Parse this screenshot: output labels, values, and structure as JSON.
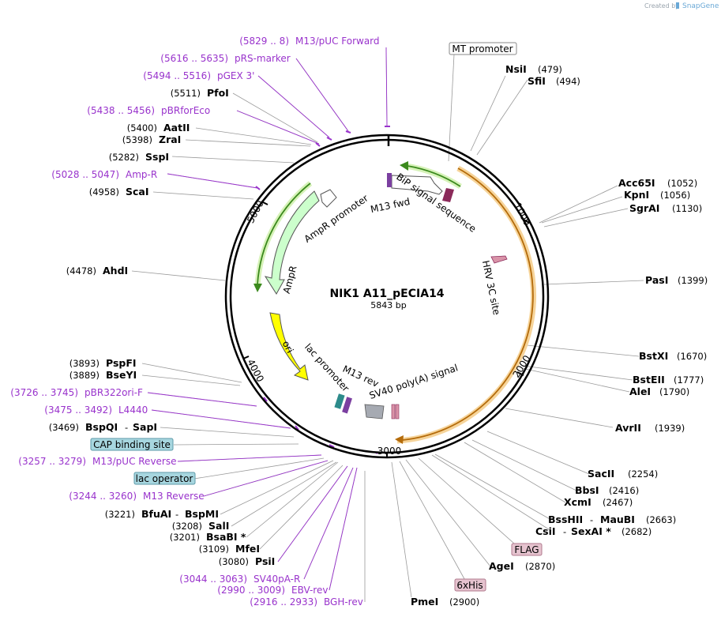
{
  "header": {
    "credit_text": "Created by",
    "brand": "SnapGene"
  },
  "plasmid": {
    "name": "NIK1 A11_pECIA14",
    "length": "5843 bp"
  },
  "ticks": [
    "1000",
    "2000",
    "3000",
    "4000",
    "5000"
  ],
  "features": {
    "bip": "BiP signal sequence",
    "hrv": "HRV 3C site",
    "ampr_promoter": "AmpR promoter",
    "ampr": "AmpR",
    "ori": "ori",
    "lac_promoter": "lac promoter",
    "m13_fwd": "M13 fwd",
    "m13_rev": "M13 rev",
    "sv40": "SV40 poly(A) signal"
  },
  "boxes": {
    "mt": "MT promoter",
    "cap": "CAP binding site",
    "lac": "lac operator",
    "flag": "FLAG",
    "his": "6xHis"
  },
  "labels": {
    "m13puc_fwd_pos": "(5829 .. 8)",
    "m13puc_fwd": "M13/pUC Forward",
    "prs_pos": "(5616 .. 5635)",
    "prs": "pRS-marker",
    "pgex_pos": "(5494 .. 5516)",
    "pgex": "pGEX 3'",
    "pfoi_pos": "(5511)",
    "pfoi": "PfoI",
    "pbr_pos": "(5438 .. 5456)",
    "pbr": "pBRforEco",
    "aatii_pos": "(5400)",
    "aatii": "AatII",
    "zrai_pos": "(5398)",
    "zrai": "ZraI",
    "sspi_pos": "(5282)",
    "sspi": "SspI",
    "ampr_primer_pos": "(5028 .. 5047)",
    "ampr_primer": "Amp-R",
    "scai_pos": "(4958)",
    "scai": "ScaI",
    "ahdi_pos": "(4478)",
    "ahdi": "AhdI",
    "pspfi_pos": "(3893)",
    "pspfi": "PspFI",
    "bseyi_pos": "(3889)",
    "bseyi": "BseYI",
    "pbr322_pos": "(3726 .. 3745)",
    "pbr322": "pBR322ori-F",
    "l4440_pos": "(3475 .. 3492)",
    "l4440": "L4440",
    "bspqi_pos": "(3469)",
    "bspqi": "BspQI",
    "sapi": "SapI",
    "m13puc_rev_pos": "(3257 .. 3279)",
    "m13puc_rev": "M13/pUC Reverse",
    "m13rev_pos": "(3244 .. 3260)",
    "m13rev": "M13 Reverse",
    "bfuai_pos": "(3221)",
    "bfuai": "BfuAI",
    "bspmi": "BspMI",
    "sali_pos": "(3208)",
    "sali": "SalI",
    "bsabi_pos": "(3201)",
    "bsabi": "BsaBI *",
    "mfei_pos": "(3109)",
    "mfei": "MfeI",
    "psii_pos": "(3080)",
    "psii": "PsiI",
    "sv40pa_pos": "(3044 .. 3063)",
    "sv40pa": "SV40pA-R",
    "ebv_pos": "(2990 .. 3009)",
    "ebv": "EBV-rev",
    "bgh_pos": "(2916 .. 2933)",
    "bgh": "BGH-rev",
    "pmei": "PmeI",
    "pmei_pos": "(2900)",
    "agei": "AgeI",
    "agei_pos": "(2870)",
    "csii": "CsiI",
    "sexai": "SexAI *",
    "csii_pos": "(2682)",
    "bsshii": "BssHII",
    "maubi": "MauBI",
    "bsshii_pos": "(2663)",
    "xcmi": "XcmI",
    "xcmi_pos": "(2467)",
    "bbsi": "BbsI",
    "bbsi_pos": "(2416)",
    "sacii": "SacII",
    "sacii_pos": "(2254)",
    "avrii": "AvrII",
    "avrii_pos": "(1939)",
    "alei": "AleI",
    "alei_pos": "(1790)",
    "bsteii": "BstEII",
    "bsteii_pos": "(1777)",
    "bstxi": "BstXI",
    "bstxi_pos": "(1670)",
    "pasi": "PasI",
    "pasi_pos": "(1399)",
    "sgrai": "SgrAI",
    "sgrai_pos": "(1130)",
    "kpni": "KpnI",
    "kpni_pos": "(1056)",
    "acc65i": "Acc65I",
    "acc65i_pos": "(1052)",
    "sfii": "SfiI",
    "sfii_pos": "(494)",
    "nsii": "NsiI",
    "nsii_pos": "(479)",
    "dash": "-"
  }
}
